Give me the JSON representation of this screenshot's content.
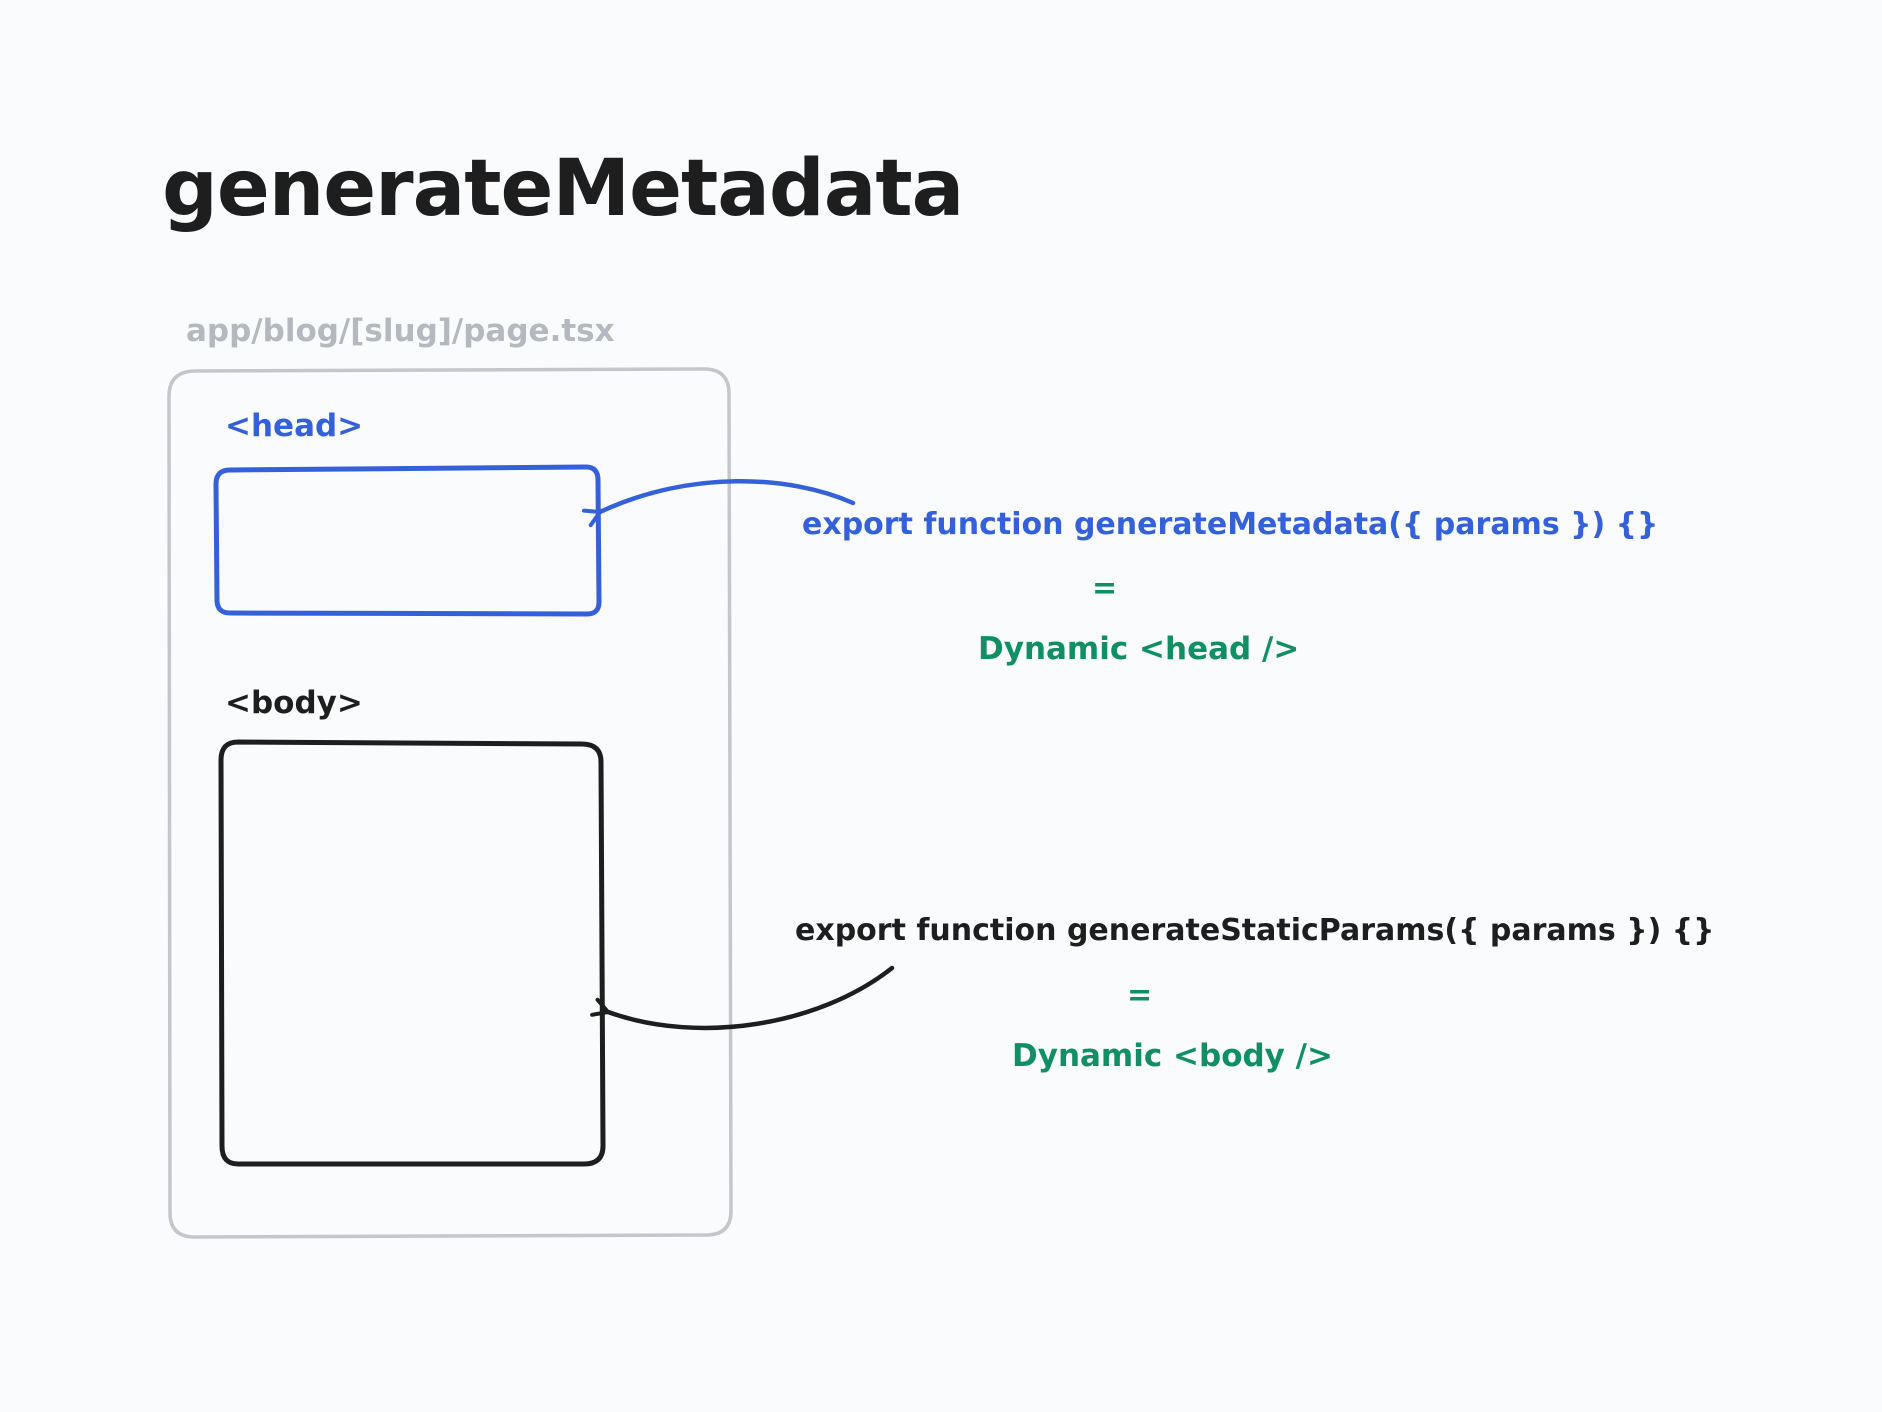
{
  "title": "generateMetadata",
  "file_path": "app/blog/[slug]/page.tsx",
  "page": {
    "head_label": "<head>",
    "body_label": "<body>"
  },
  "metadata": {
    "code": "export function generateMetadata({ params }) {}",
    "equals": "=",
    "result": "Dynamic <head />"
  },
  "static_params": {
    "code": "export function generateStaticParams({ params }) {}",
    "equals": "=",
    "result": "Dynamic <body />"
  },
  "colors": {
    "blue": "#3461d9",
    "green": "#0f8f63",
    "dark": "#1e1e1e",
    "gray": "#b5b9bf",
    "background": "#f9fbfd"
  }
}
